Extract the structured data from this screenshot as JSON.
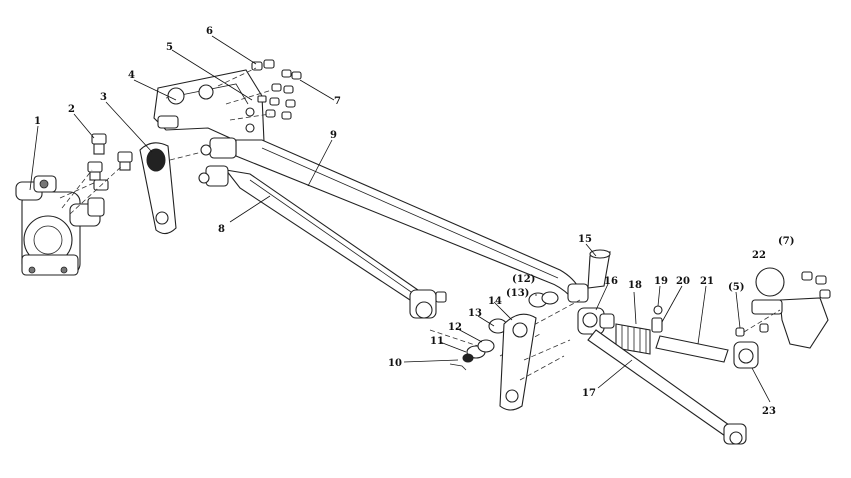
{
  "diagram": {
    "callouts": [
      {
        "id": "c1",
        "text": "1"
      },
      {
        "id": "c2",
        "text": "2"
      },
      {
        "id": "c3",
        "text": "3"
      },
      {
        "id": "c4",
        "text": "4"
      },
      {
        "id": "c5",
        "text": "5"
      },
      {
        "id": "c6",
        "text": "6"
      },
      {
        "id": "c7",
        "text": "7"
      },
      {
        "id": "c8",
        "text": "8"
      },
      {
        "id": "c9",
        "text": "9"
      },
      {
        "id": "c10",
        "text": "10"
      },
      {
        "id": "c11",
        "text": "11"
      },
      {
        "id": "c12",
        "text": "12"
      },
      {
        "id": "c12b",
        "text": "(12)"
      },
      {
        "id": "c13",
        "text": "13"
      },
      {
        "id": "c13b",
        "text": "(13)"
      },
      {
        "id": "c14",
        "text": "14"
      },
      {
        "id": "c15",
        "text": "15"
      },
      {
        "id": "c16",
        "text": "16"
      },
      {
        "id": "c17",
        "text": "17"
      },
      {
        "id": "c18",
        "text": "18"
      },
      {
        "id": "c19",
        "text": "19"
      },
      {
        "id": "c20",
        "text": "20"
      },
      {
        "id": "c21",
        "text": "21"
      },
      {
        "id": "c22",
        "text": "22"
      },
      {
        "id": "c23",
        "text": "23"
      },
      {
        "id": "c5b",
        "text": "(5)"
      },
      {
        "id": "c7b",
        "text": "(7)"
      }
    ]
  }
}
